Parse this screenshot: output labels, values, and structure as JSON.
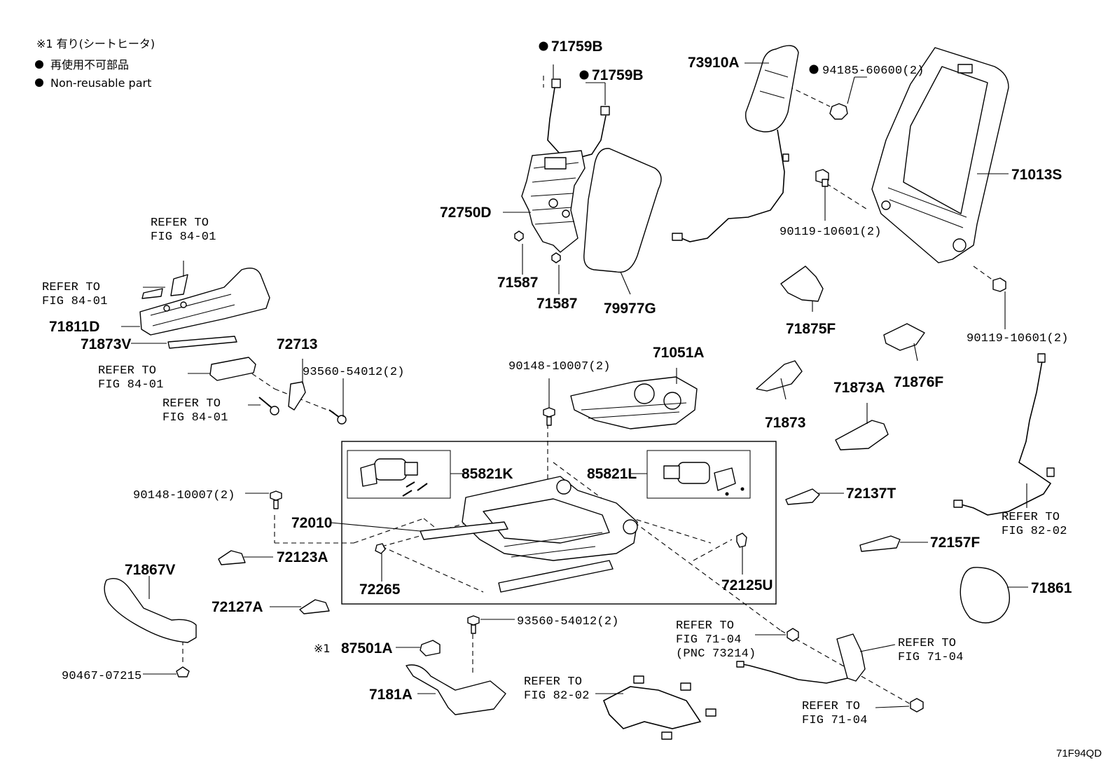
{
  "legend": {
    "line1": "※1 有り(シートヒータ)",
    "line2": "再使用不可部品",
    "line3": "Non-reusable part"
  },
  "diagram_code": "71F94QD",
  "refer": {
    "r8401": [
      "REFER TO",
      "FIG 84-01"
    ],
    "r8202": [
      "REFER TO",
      "FIG 82-02"
    ],
    "r7104": [
      "REFER TO",
      "FIG 71-04"
    ],
    "r7104pnc": [
      "REFER TO",
      "FIG 71-04",
      "(PNC 73214)"
    ]
  },
  "parts": {
    "p71759B": "71759B",
    "p73910A": "73910A",
    "p9418560600": "94185-60600(2)",
    "p71013S": "71013S",
    "p72750D": "72750D",
    "p71587": "71587",
    "p79977G": "79977G",
    "p9011910601": "90119-10601(2)",
    "p71811D": "71811D",
    "p71873V": "71873V",
    "p72713": "72713",
    "p9356054012": "93560-54012(2)",
    "p9014810007": "90148-10007(2)",
    "p71051A": "71051A",
    "p71875F": "71875F",
    "p71876F": "71876F",
    "p71873A": "71873A",
    "p71873": "71873",
    "p85821K": "85821K",
    "p85821L": "85821L",
    "p72010": "72010",
    "p72137T": "72137T",
    "p72123A": "72123A",
    "p72265": "72265",
    "p72125U": "72125U",
    "p72157F": "72157F",
    "p71867V": "71867V",
    "p71861": "71861",
    "p72127A": "72127A",
    "p87501A": "87501A",
    "p9046707215": "90467-07215",
    "p7181A": "7181A",
    "star1": "※1"
  }
}
